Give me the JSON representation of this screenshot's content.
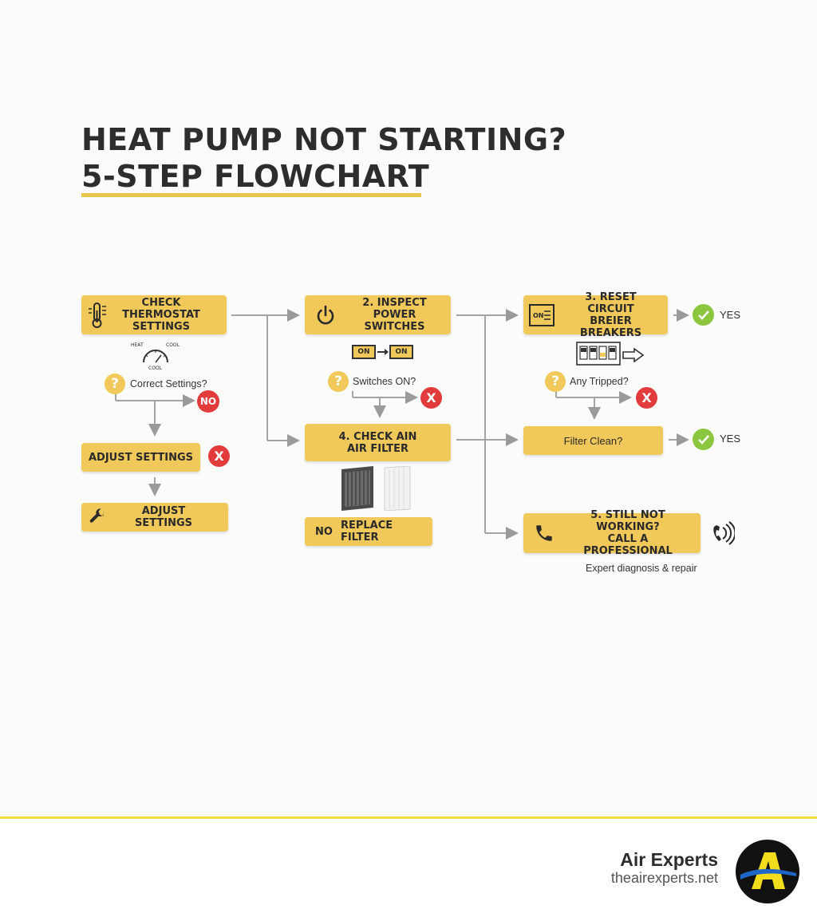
{
  "title": {
    "line1": "HEAT PUMP NOT STARTING?",
    "line2": "5-STEP FLOWCHART"
  },
  "steps": {
    "step1": {
      "label_line1": "CHECK",
      "label_line2": "THERMOSTAT",
      "label_line3": "SETTINGS",
      "icon": "thermometer-icon"
    },
    "step2": {
      "label_line1": "2. INSPECT",
      "label_line2": "POWER SWITCHES",
      "icon": "power-icon"
    },
    "step3": {
      "label_line1": "3. RESET CIRCUIT",
      "label_line2": "BREIER BREAKERS",
      "icon": "breaker-panel-icon"
    },
    "step4": {
      "label_line1": "4. CHECK AIN",
      "label_line2": "AIR FILTER"
    },
    "step5": {
      "label_line1": "5. STILL NOT WORKING?",
      "label_line2": "CALL A PROFESSIONAL",
      "icon": "phone-icon"
    }
  },
  "thermostat_dial": {
    "left_label": "HEAT",
    "right_label": "COOL",
    "bottom_label": "COOL"
  },
  "switches": {
    "before": "ON",
    "after": "ON"
  },
  "questions": {
    "q1": "Correct Settings?",
    "q2": "Switches ON?",
    "q3": "Any Tripped?",
    "q4": "Filter Clean?"
  },
  "badges": {
    "question_mark": "?",
    "no": "NO",
    "x": "X",
    "yes_breaker": "YES",
    "yes_filter": "YES"
  },
  "actions": {
    "adjust_settings_1": "ADJUST SETTINGS",
    "adjust_settings_2": "ADJUST SETTINGS",
    "replace_filter_prefix": "NO",
    "replace_filter": "REPLACE FILTER"
  },
  "professional_note": "Expert diagnosis & repair",
  "footer": {
    "brand": "Air Experts",
    "url": "theairexperts.net",
    "logo_letter": "A"
  },
  "colors": {
    "box_fill": "#f0c95a",
    "accent_yellow": "#e8c64c",
    "no_red": "#e23b3b",
    "yes_green": "#8cc63f",
    "connector_gray": "#9a9a9a"
  }
}
